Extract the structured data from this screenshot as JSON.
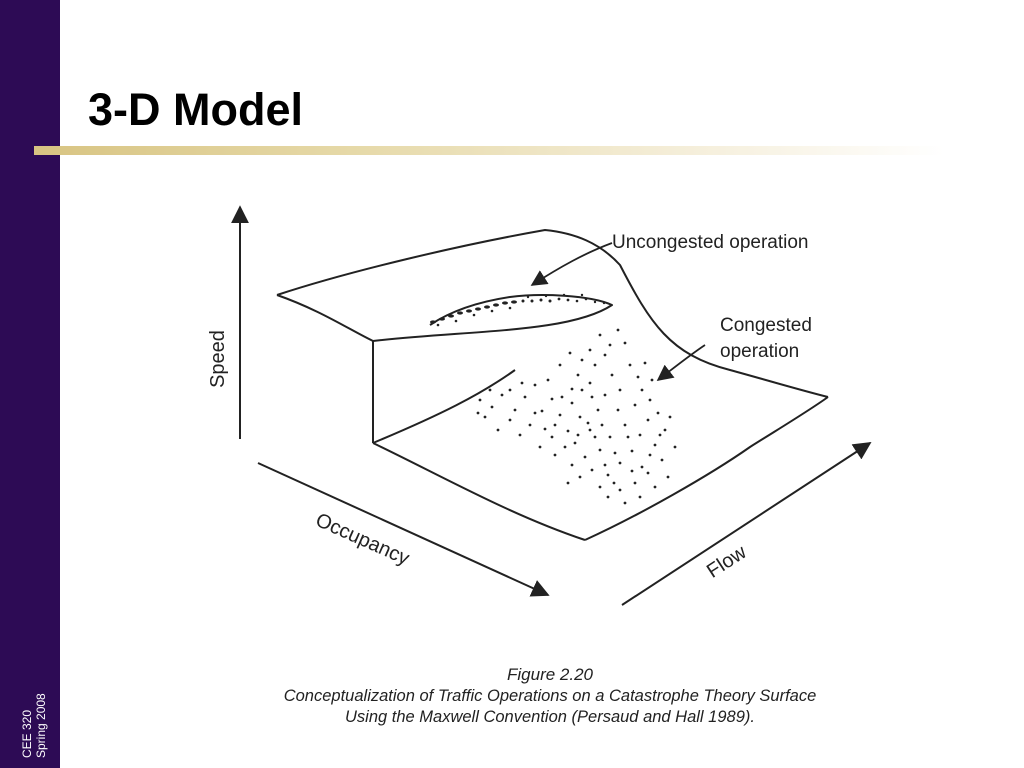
{
  "slide": {
    "title": "3-D Model",
    "sidebar": {
      "course": "CEE 320",
      "term": "Spring 2008"
    }
  },
  "colors": {
    "sidebar": "#2d0b55",
    "rule": "#d8c482",
    "ink": "#222222"
  },
  "figure": {
    "axis_labels": {
      "speed": "Speed",
      "occupancy": "Occupancy",
      "flow": "Flow"
    },
    "annotations": {
      "uncongested": "Uncongested operation",
      "congested_1": "Congested",
      "congested_2": "operation"
    },
    "caption": {
      "number": "Figure 2.20",
      "line1": "Conceptualization of Traffic Operations on a Catastrophe Theory Surface",
      "line2": "Using the Maxwell Convention (Persaud and Hall 1989)."
    }
  }
}
